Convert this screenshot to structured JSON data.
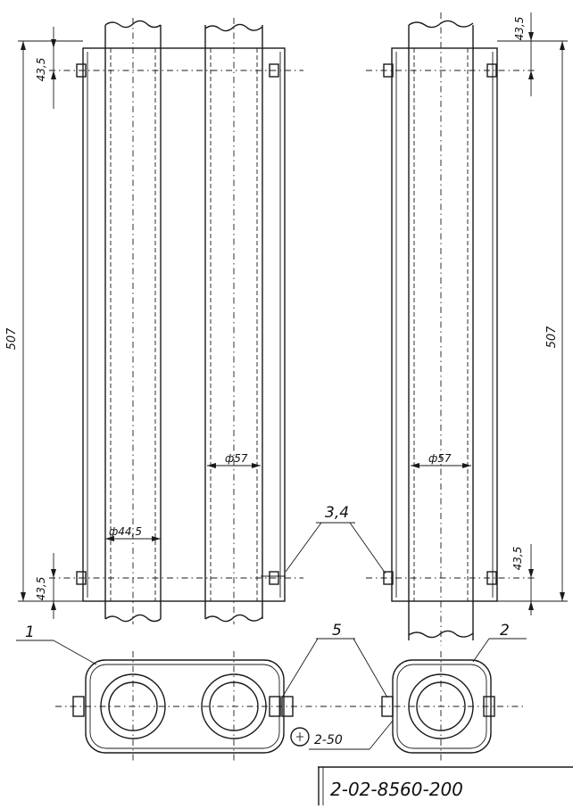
{
  "drawing": {
    "dimensions": {
      "offset_top_left": "43,5",
      "offset_bottom_left": "43,5",
      "offset_top_right": "43,5",
      "offset_bottom_right": "43,5",
      "length_left": "507",
      "length_right": "507",
      "diameter_inner": "ф44,5",
      "diameter_outer_left": "ф57",
      "diameter_outer_right": "ф57"
    },
    "callouts": {
      "part_1": "1",
      "part_2": "2",
      "part_34": "3,4",
      "part_5": "5"
    },
    "weld_symbol": "2-50",
    "document_number": "2-02-8560-200"
  }
}
